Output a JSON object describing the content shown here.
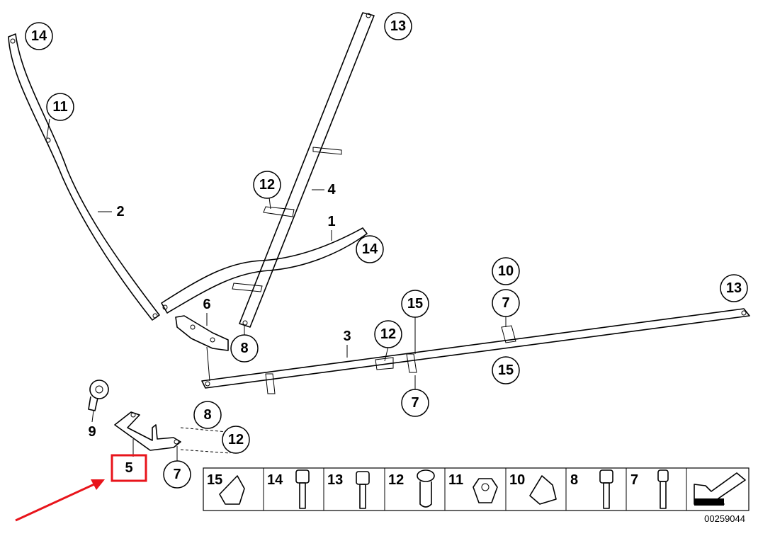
{
  "diagram": {
    "callouts": [
      "14",
      "11",
      "13",
      "12",
      "14",
      "10",
      "7",
      "13",
      "15",
      "12",
      "15",
      "8",
      "7",
      "8",
      "12",
      "7"
    ],
    "labels": [
      "2",
      "4",
      "1",
      "6",
      "3",
      "9"
    ],
    "highlighted_part": "5",
    "highlight_color": "#e8141b",
    "legend_parts": [
      "15",
      "14",
      "13",
      "12",
      "11",
      "10",
      "8",
      "7"
    ],
    "drawing_number": "00259044"
  }
}
